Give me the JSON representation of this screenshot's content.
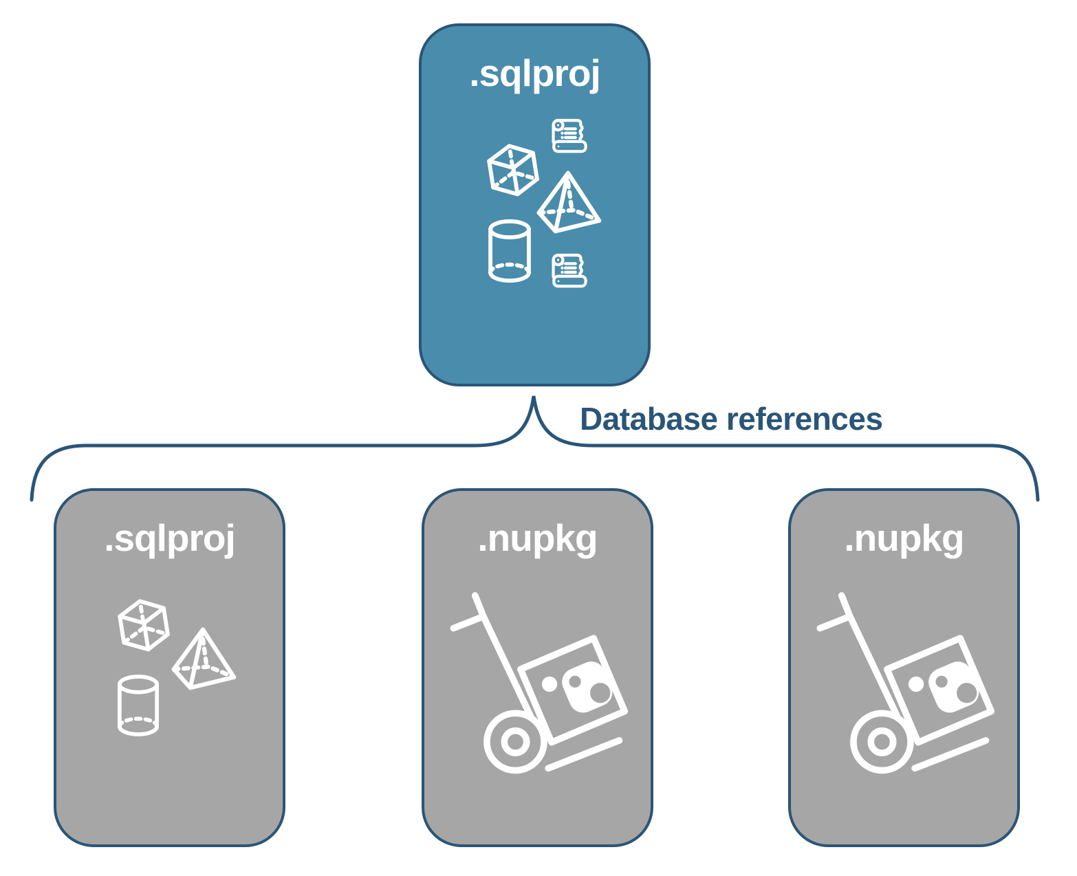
{
  "diagram": {
    "connector_label": "Database references",
    "root": {
      "title": ".sqlproj",
      "icons": [
        "cube-icon",
        "scroll-icon",
        "pyramid-icon",
        "cylinder-icon",
        "scroll-icon"
      ]
    },
    "children": [
      {
        "title": ".sqlproj",
        "icons": [
          "cube-icon",
          "pyramid-icon",
          "cylinder-icon"
        ]
      },
      {
        "title": ".nupkg",
        "icons": [
          "hand-truck-package-icon"
        ]
      },
      {
        "title": ".nupkg",
        "icons": [
          "hand-truck-package-icon"
        ]
      }
    ],
    "colors": {
      "root_fill": "#4A8CAB",
      "child_fill": "#A6A6A6",
      "stroke": "#2A5578",
      "icon_color": "#FFFFFF"
    }
  }
}
